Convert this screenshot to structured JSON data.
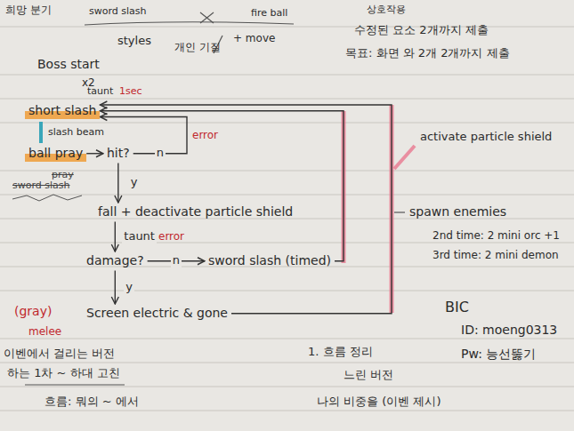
{
  "diagram": {
    "nodes": [
      {
        "text": [
          "Boss start"
        ]
      },
      {
        "text": [
          "short slash"
        ]
      },
      {
        "text": [
          "slash beam"
        ]
      },
      {
        "text": [
          "ball pray"
        ]
      },
      {
        "text": [
          "hit?"
        ]
      },
      {
        "text": [
          "fall + deactivate particle shield"
        ]
      },
      {
        "text": [
          "damage?"
        ]
      },
      {
        "text": [
          "sword slash (timed)"
        ]
      },
      {
        "text": [
          "Screen electric & gone"
        ]
      }
    ],
    "edges": [
      {
        "from": 3,
        "to": 4,
        "arrow": "to"
      },
      {
        "from": 4,
        "to": 5,
        "label": "y",
        "arrow": "to"
      },
      {
        "from": 5,
        "to": 6,
        "label": "taunt",
        "arrow": "to"
      },
      {
        "from": 6,
        "to": 7,
        "label": "n",
        "arrow": "to"
      },
      {
        "from": 6,
        "to": 8,
        "label": "y",
        "arrow": "to"
      },
      {
        "from": 4,
        "to": 1,
        "label": "n",
        "arrow": "to"
      },
      {
        "from": 7,
        "to": 1,
        "arrow": "to"
      },
      {
        "from": 8,
        "to": 1,
        "arrow": "to"
      }
    ],
    "labels": [
      "희망 분기",
      "sword slash",
      "fire ball",
      "styles",
      "개인 기질",
      "+ move",
      "상호작용",
      "수정된 요소 2개까지 제출",
      "목표: 화면 와 2개 2개까지 제출",
      "x2",
      "taunt",
      "1sec",
      "sword slash",
      "pray",
      "error",
      "error",
      "(gray)",
      "melee",
      "activate particle shield",
      "spawn enemies",
      "2nd time: 2 mini orc +1",
      "3rd time: 2 mini demon",
      "BIC",
      "ID: moeng0313",
      "Pw: 능선뚫기",
      "이벤에서 걸리는 버전",
      "하는 1차 ~ 하대 고친",
      "흐름: 뭐의 ~ 에서",
      "1. 흐름 정리",
      "느린 버전",
      "나의 비중을 (이벤 제시)"
    ]
  }
}
